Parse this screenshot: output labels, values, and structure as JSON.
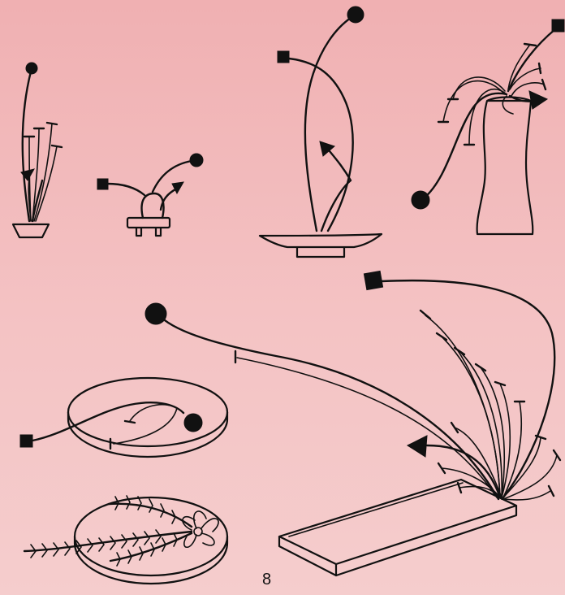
{
  "page": {
    "page_number": "8"
  },
  "colors": {
    "background_top": "#f0b0b2",
    "background_bottom": "#f5cdcd",
    "ink": "#111111"
  },
  "legend_symbols": {
    "circle": "round-dot-marker",
    "square": "square-marker",
    "triangle": "triangle-marker",
    "t_bar": "t-bar-stem-end"
  }
}
